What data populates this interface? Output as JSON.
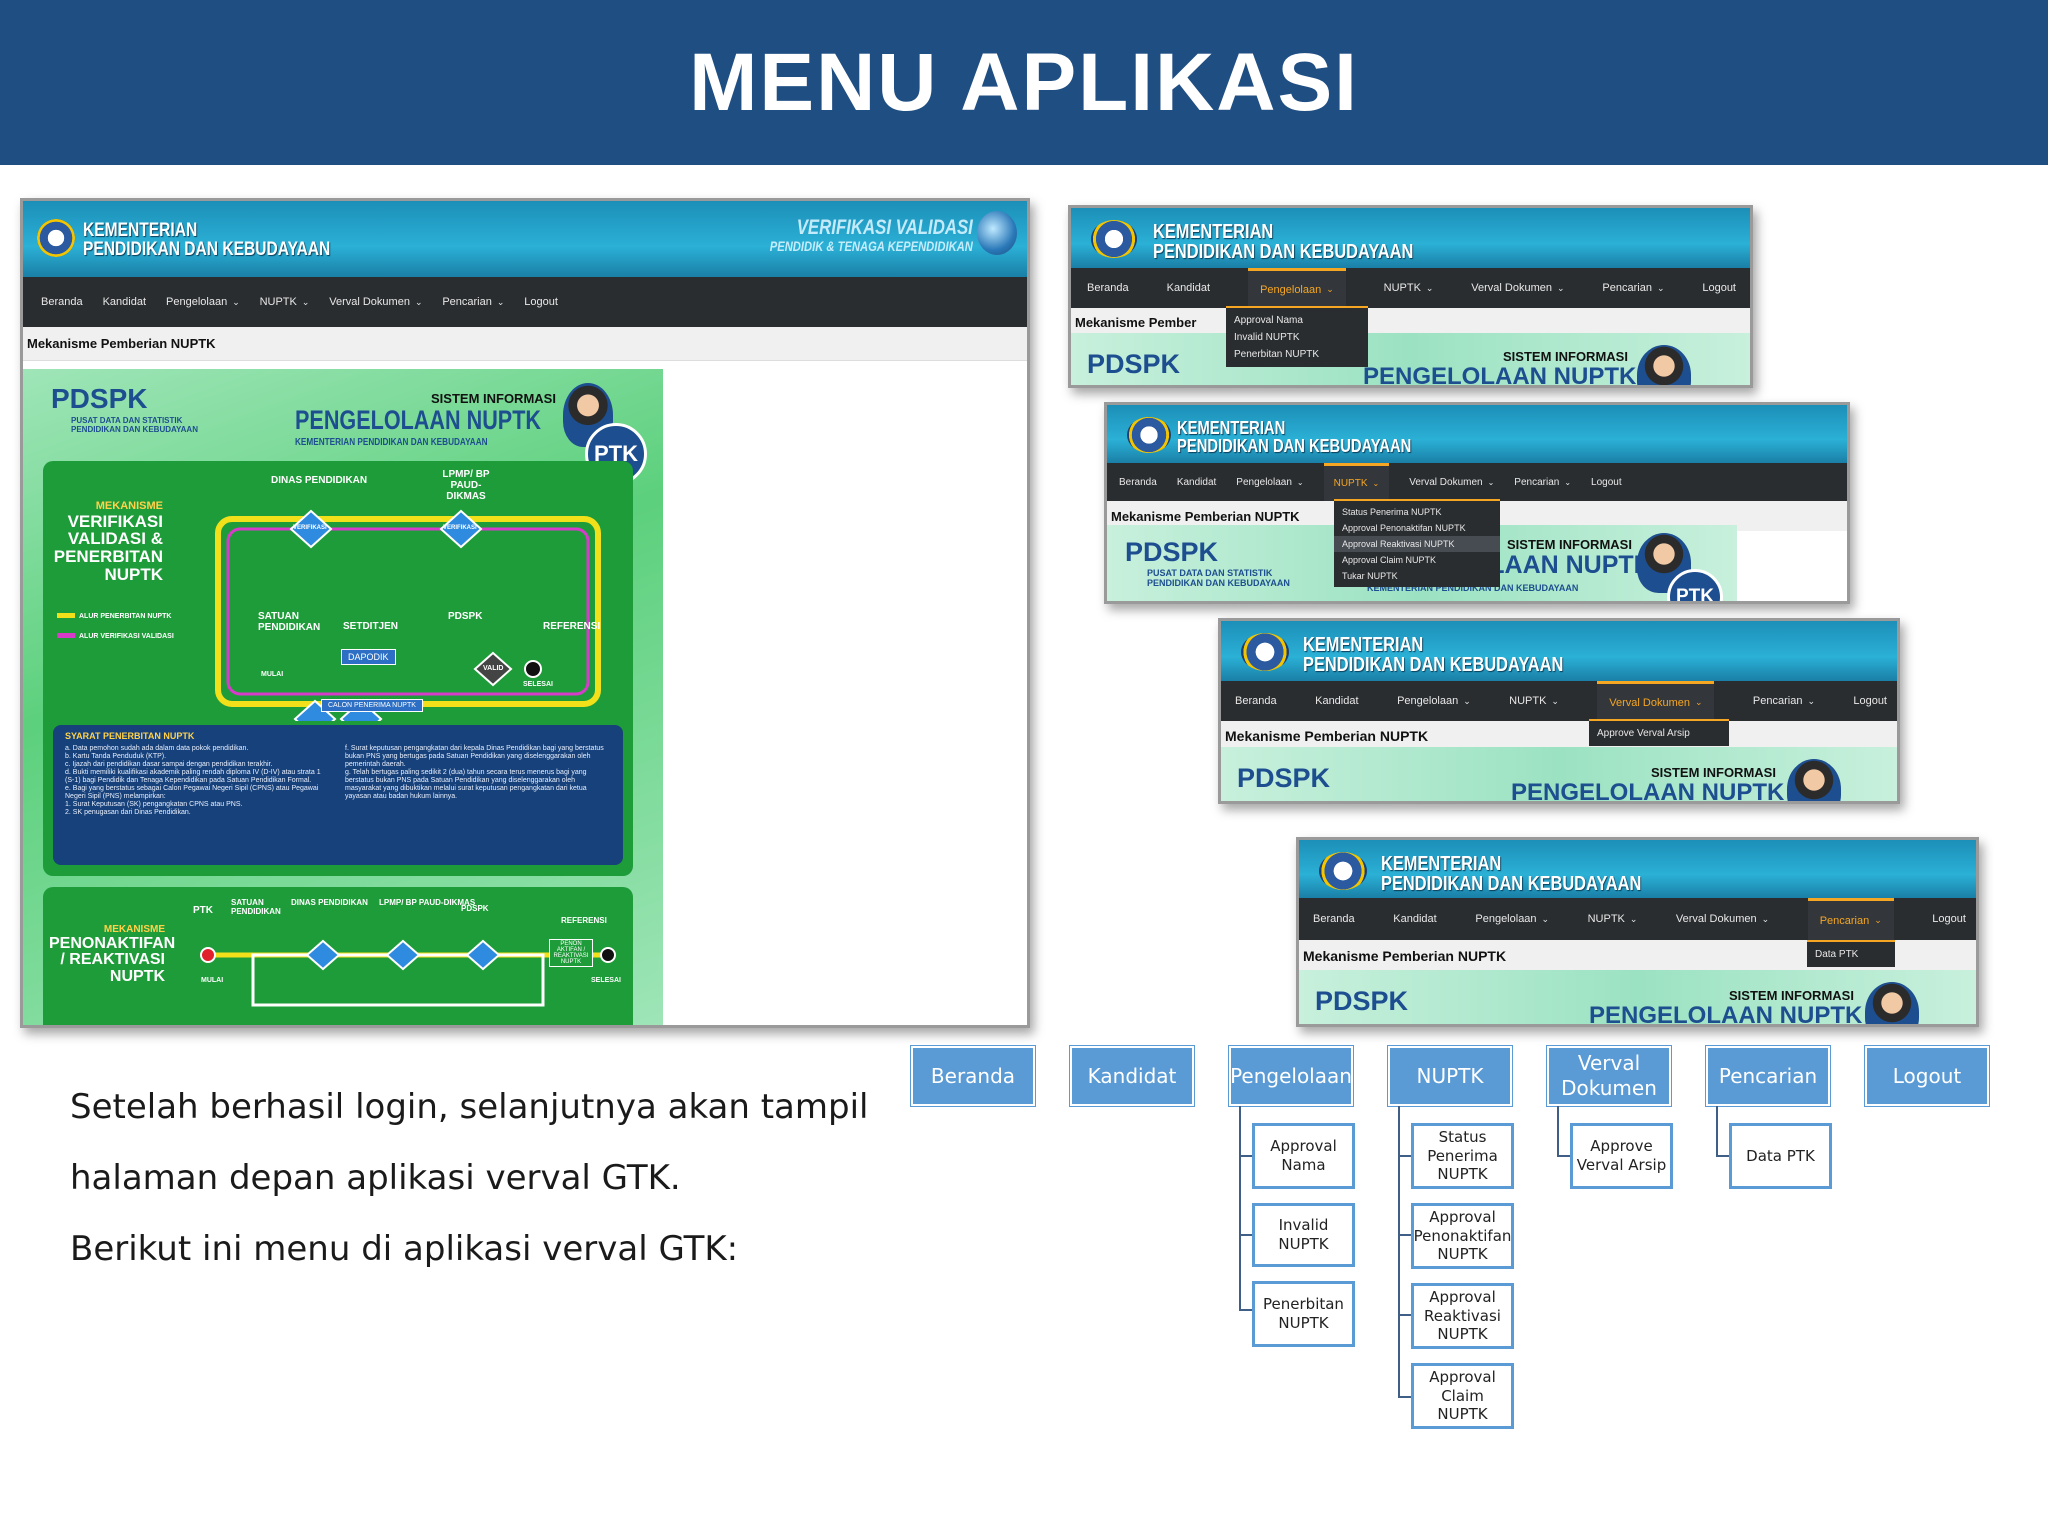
{
  "title": "MENU APLIKASI",
  "kementerian": {
    "line1": "KEMENTERIAN",
    "line2": "PENDIDIKAN DAN KEBUDAYAAN"
  },
  "verifikasi_banner": {
    "line1": "VERIFIKASI VALIDASI",
    "line2": "PENDIDIK & TENAGA KEPENDIDIKAN"
  },
  "nav": {
    "beranda": "Beranda",
    "kandidat": "Kandidat",
    "pengelolaan": "Pengelolaan",
    "nuptk": "NUPTK",
    "verval_dokumen": "Verval Dokumen",
    "pencarian": "Pencarian",
    "logout": "Logout"
  },
  "subbar_title": "Mekanisme Pemberian NUPTK",
  "subbar_title_truncated": "Mekanisme Pember",
  "banner_strip": {
    "pdspk": "PDSPK",
    "pdspk_sub1": "PUSAT DATA DAN STATISTIK",
    "pdspk_sub2": "PENDIDIKAN DAN KEBUDAYAAN",
    "sistem_informasi": "SISTEM INFORMASI",
    "pengelolaan_nuptk": "PENGELOLAAN NUPTK",
    "kementerian_sub": "KEMENTERIAN PENDIDIKAN DAN KEBUDAYAAN",
    "ptk": "PTK"
  },
  "infographic": {
    "mekanisme": "MEKANISME",
    "verifikasi_title": "VERIFIKASI VALIDASI & PENERBITAN NUPTK",
    "dinas": "DINAS PENDIDIKAN",
    "lpmp": "LPMP/ BP PAUD-DIKMAS",
    "satuan": "SATUAN PENDIDIKAN",
    "setditjen": "SETDITJEN",
    "pdspk": "PDSPK",
    "referensi": "REFERENSI",
    "dapodik": "DAPODIK",
    "valid": "VALID",
    "calon": "CALON PENERIMA NUPTK",
    "verifikasi": "VERIFIKASI",
    "mulai": "MULAI",
    "selesai": "SELESAI",
    "legend_alur1": "ALUR PENERBITAN NUPTK",
    "legend_alur2": "ALUR VERIFIKASI VALIDASI",
    "syarat_title": "SYARAT PENERBITAN NUPTK",
    "syarat_left": [
      "a. Data pemohon sudah ada dalam data pokok pendidikan.",
      "b. Kartu Tanda Penduduk (KTP).",
      "c. Ijazah dari pendidikan dasar sampai dengan pendidikan terakhir.",
      "d. Bukti memiliki kualifikasi akademik paling rendah diploma IV (D-IV) atau strata 1 (S-1) bagi Pendidik dan Tenaga Kependidikan pada Satuan Pendidikan Formal.",
      "e. Bagi yang berstatus sebagai Calon Pegawai Negeri Sipil (CPNS) atau Pegawai Negeri Sipil (PNS) melampirkan:",
      "1. Surat Keputusan (SK) pengangkatan CPNS atau PNS.",
      "2. SK penugasan dari Dinas Pendidikan."
    ],
    "syarat_right": [
      "f. Surat keputusan pengangkatan dari kepala Dinas Pendidikan bagi yang berstatus bukan PNS yang bertugas pada Satuan Pendidikan yang diselenggarakan oleh pemerintah daerah.",
      "g. Telah bertugas paling sedikit 2 (dua) tahun secara terus menerus bagi yang berstatus bukan PNS pada Satuan Pendidikan yang diselenggarakan oleh masyarakat yang dibuktikan melalui surat keputusan pengangkatan dari ketua yayasan atau badan hukum lainnya."
    ],
    "penonaktifan_title": "PENONAKTIFAN / REAKTIVASI NUPTK",
    "ptk": "PTK",
    "penon_box": "PENON AKTIFAN / REAKTIVASI NUPTK"
  },
  "dropdowns": {
    "pengelolaan": [
      "Approval Nama",
      "Invalid NUPTK",
      "Penerbitan NUPTK"
    ],
    "nuptk": [
      "Status Penerima NUPTK",
      "Approval Penonaktifan NUPTK",
      "Approval Reaktivasi NUPTK",
      "Approval Claim NUPTK",
      "Tukar NUPTK"
    ],
    "verval_dokumen": [
      "Approve Verval Arsip"
    ],
    "pencarian": [
      "Data PTK"
    ]
  },
  "caption": [
    "Setelah berhasil login, selanjutnya akan tampil",
    "halaman depan aplikasi verval GTK.",
    "Berikut ini menu di aplikasi verval GTK:"
  ],
  "menu_tree": {
    "top": [
      "Beranda",
      "Kandidat",
      "Pengelolaan",
      "NUPTK",
      "Verval Dokumen",
      "Pencarian",
      "Logout"
    ],
    "pengelolaan": [
      "Approval Nama",
      "Invalid NUPTK",
      "Penerbitan NUPTK"
    ],
    "nuptk": [
      "Status Penerima NUPTK",
      "Approval Penonaktifan NUPTK",
      "Approval Reaktivasi NUPTK",
      "Approval Claim NUPTK"
    ],
    "verval_dokumen": [
      "Approve Verval Arsip"
    ],
    "pencarian": [
      "Data PTK"
    ]
  },
  "colors": {
    "banner": "#1f4e83",
    "menu_box": "#5b9bd5",
    "nav_active": "#f5a623",
    "nav_bg": "#2a2d30"
  }
}
